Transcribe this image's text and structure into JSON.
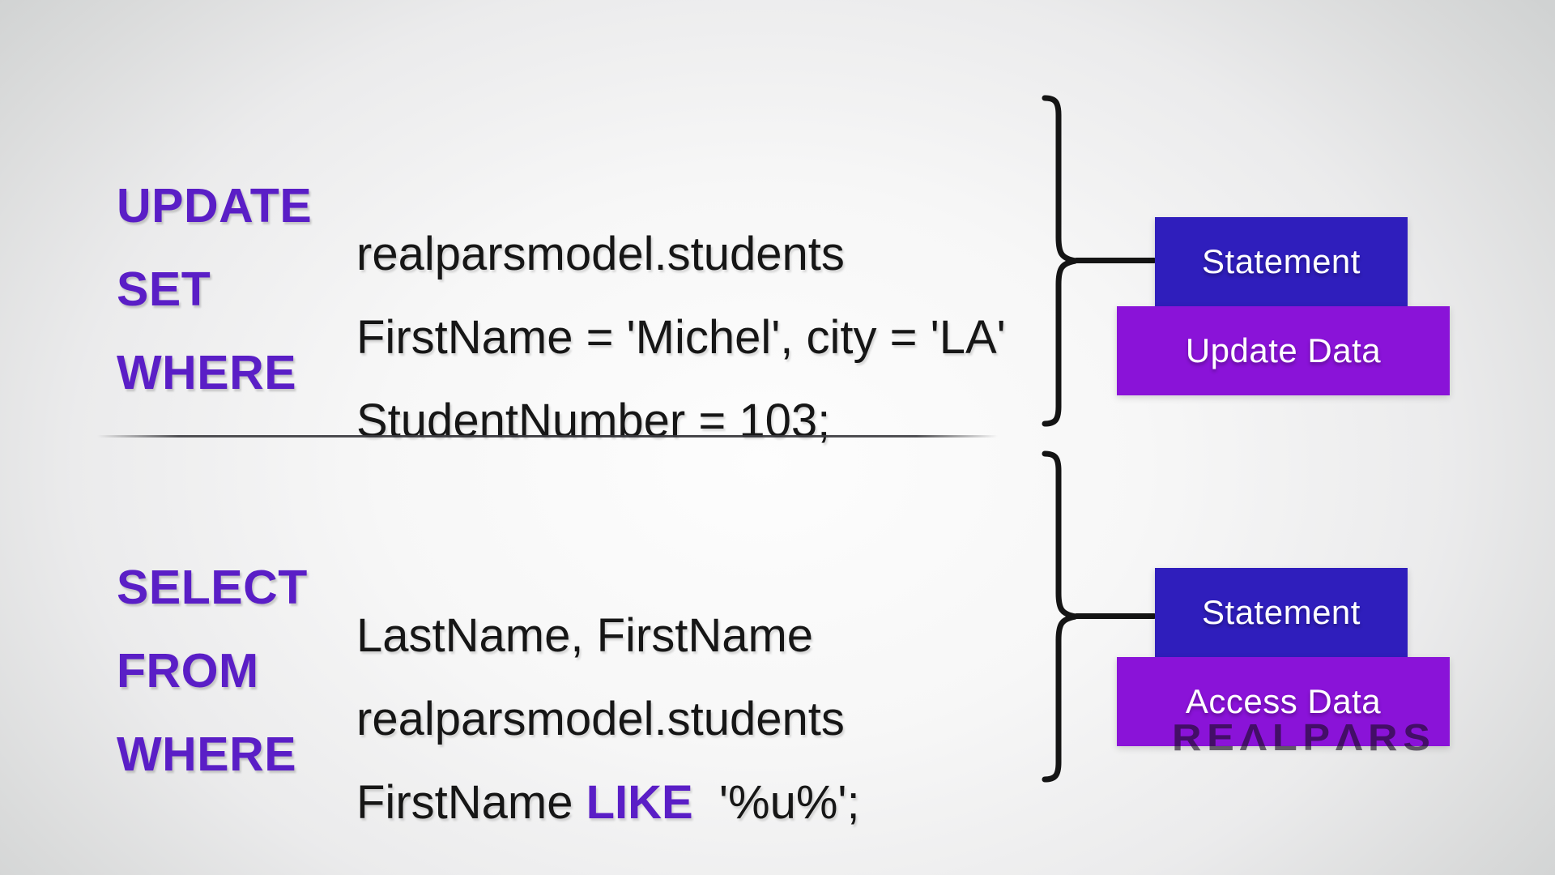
{
  "colors": {
    "keyword": "#5a1ec6",
    "code_text": "#161616",
    "statement_box": "#2f1ebc",
    "action_box": "#8a13d8",
    "label_text": "#ffffff",
    "brace": "#141414"
  },
  "sections": [
    {
      "rows": [
        {
          "keyword": "UPDATE",
          "code": "realparsmodel.students",
          "code_mid": "",
          "code_end": ""
        },
        {
          "keyword": "SET",
          "code": "FirstName = 'Michel', city = 'LA'",
          "code_mid": "",
          "code_end": ""
        },
        {
          "keyword": "WHERE",
          "code": "StudentNumber = 103;",
          "code_mid": "",
          "code_end": ""
        }
      ],
      "statement_label": "Statement",
      "action_label": "Update Data"
    },
    {
      "rows": [
        {
          "keyword": "SELECT",
          "code": "LastName, FirstName",
          "code_mid": "",
          "code_end": ""
        },
        {
          "keyword": "FROM",
          "code": "realparsmodel.students",
          "code_mid": "",
          "code_end": ""
        },
        {
          "keyword": "WHERE",
          "code": "FirstName ",
          "code_mid": "LIKE",
          "code_end": "  '%u%';"
        }
      ],
      "statement_label": "Statement",
      "action_label": "Access Data"
    }
  ],
  "watermark": {
    "text": "REΛLPΛRS"
  }
}
